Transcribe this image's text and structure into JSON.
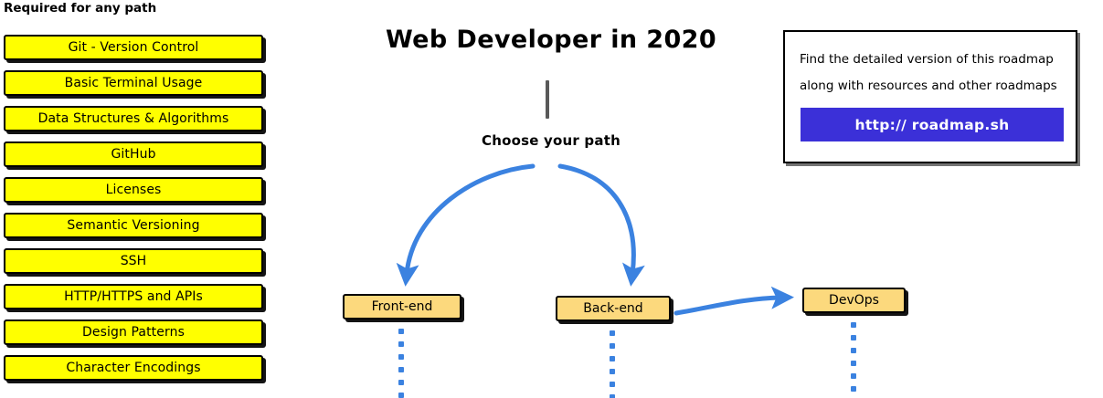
{
  "page": {
    "title": "Web Developer in 2020",
    "background": "#ffffff"
  },
  "colors": {
    "topic_fill": "#ffff00",
    "node_fill": "#fcd97d",
    "arrow_blue": "#3b82e0",
    "button_purple": "#3b30d8",
    "stem_gray": "#595959",
    "outline_black": "#000000"
  },
  "sidebar": {
    "heading": "Required for any path",
    "items": [
      {
        "label": "Git - Version Control"
      },
      {
        "label": "Basic Terminal Usage"
      },
      {
        "label": "Data Structures & Algorithms"
      },
      {
        "label": "GitHub"
      },
      {
        "label": "Licenses"
      },
      {
        "label": "Semantic Versioning"
      },
      {
        "label": "SSH"
      },
      {
        "label": "HTTP/HTTPS and APIs"
      },
      {
        "label": "Design Patterns"
      },
      {
        "label": "Character Encodings"
      }
    ]
  },
  "center": {
    "title": "Web Developer in 2020",
    "choose_label": "Choose your path",
    "paths": [
      {
        "label": "Front-end"
      },
      {
        "label": "Back-end"
      },
      {
        "label": "DevOps"
      }
    ]
  },
  "info_card": {
    "line1": "Find the detailed version of this roadmap",
    "line2": "along with resources and other roadmaps",
    "button_label": "http:// roadmap.sh"
  }
}
